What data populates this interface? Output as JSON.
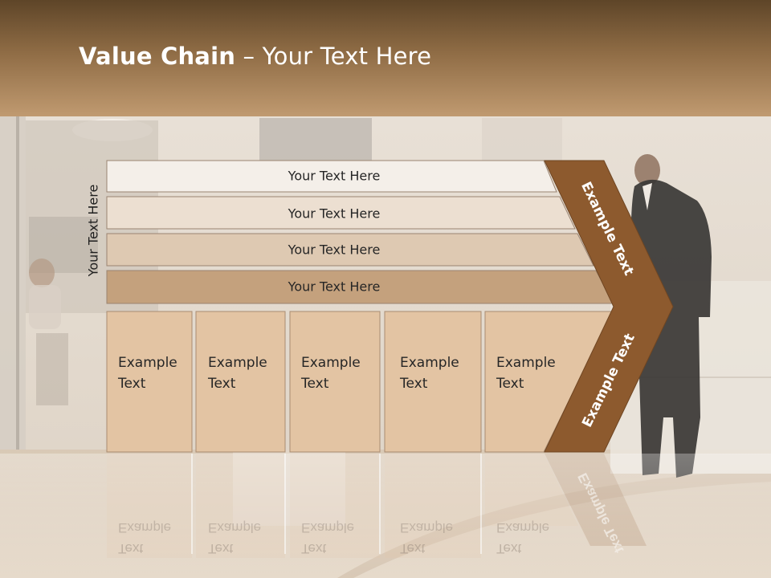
{
  "slide": {
    "title_bold": "Value Chain",
    "title_rest": " – Your Text Here",
    "side_label": "Your Text Here",
    "bars": [
      {
        "label": "Your Text Here"
      },
      {
        "label": "Your Text Here"
      },
      {
        "label": "Your Text Here"
      },
      {
        "label": "Your Text Here"
      }
    ],
    "boxes": [
      {
        "line1": "Example",
        "line2": "Text"
      },
      {
        "line1": "Example",
        "line2": "Text"
      },
      {
        "line1": "Example",
        "line2": "Text"
      },
      {
        "line1": "Example",
        "line2": "Text"
      },
      {
        "line1": "Example",
        "line2": "Text"
      }
    ],
    "chevron_top": "Example Text",
    "chevron_bottom": "Example Text"
  },
  "colors": {
    "header_dark": "#5e4528",
    "header_light": "#c09a70",
    "chevron": "#8d5a2e",
    "bar_1": "#f4efe9",
    "bar_2": "#ecdfd1",
    "bar_3": "#dec9b2",
    "bar_4": "#c4a17d",
    "box": "#e3c4a3"
  }
}
